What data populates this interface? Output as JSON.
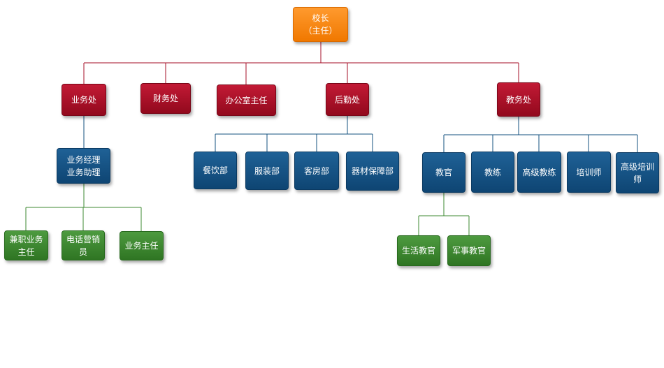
{
  "colors": {
    "principal": "#f5820a",
    "department": "#a50f27",
    "unit": "#13507f",
    "role": "#3c8a30",
    "line_red": "#a50f27",
    "line_blue": "#13507f",
    "line_green": "#3c8a30"
  },
  "chart": {
    "root": {
      "label": "校长\n（主任）"
    },
    "departments": [
      {
        "label": "业务处",
        "children": [
          {
            "label": "业务经理\n业务助理",
            "children": [
              {
                "label": "兼职业务\n主任"
              },
              {
                "label": "电话营销\n员"
              },
              {
                "label": "业务主任"
              }
            ]
          }
        ]
      },
      {
        "label": "财务处",
        "children": []
      },
      {
        "label": "办公室主任",
        "children": []
      },
      {
        "label": "后勤处",
        "children": [
          {
            "label": "餐饮部"
          },
          {
            "label": "服装部"
          },
          {
            "label": "客房部"
          },
          {
            "label": "器材保障部"
          }
        ]
      },
      {
        "label": "教务处",
        "children": [
          {
            "label": "教官",
            "children": [
              {
                "label": "生活教官"
              },
              {
                "label": "军事教官"
              }
            ]
          },
          {
            "label": "教练"
          },
          {
            "label": "高级教练"
          },
          {
            "label": "培训师"
          },
          {
            "label": "高级培训\n师"
          }
        ]
      }
    ]
  }
}
